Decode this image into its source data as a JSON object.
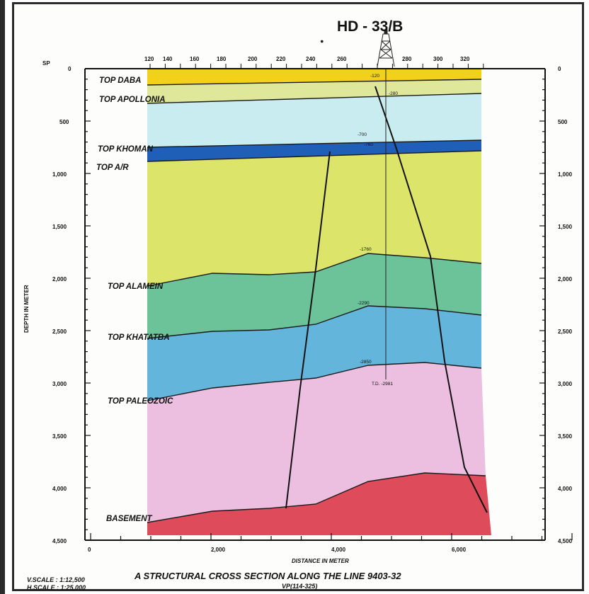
{
  "well": {
    "name": "HD - 33/B"
  },
  "axes": {
    "sp_label": "SP",
    "sp_ticks": [
      "120",
      "140",
      "160",
      "180",
      "200",
      "220",
      "240",
      "260",
      "280",
      "300",
      "320"
    ],
    "depth_label": "DEPTH IN METER",
    "depth_ticks_left": [
      "0",
      "500",
      "1,000",
      "1,500",
      "2,000",
      "2,500",
      "3,000",
      "3,500",
      "4,000",
      "4,500"
    ],
    "depth_ticks_right": [
      "0",
      "500",
      "1,000",
      "1,500",
      "2,000",
      "2,500",
      "3,000",
      "3,500",
      "4,000",
      "4,500"
    ],
    "distance_label": "DISTANCE IN METER",
    "distance_ticks": [
      "0",
      "2,000",
      "4,000",
      "6,000"
    ]
  },
  "horizons": [
    {
      "name": "TOP DABA",
      "color": "#f3d11a"
    },
    {
      "name": "TOP APOLLONIA",
      "color": "#dfe79a"
    },
    {
      "name": "TOP KHOMAN",
      "color": "#1f5fb8"
    },
    {
      "name": "TOP A/R",
      "color": "#dde46a"
    },
    {
      "name": "TOP ALAMEIN",
      "color": "#6cc39a"
    },
    {
      "name": "TOP KHATATBA",
      "color": "#63b5dc"
    },
    {
      "name": "TOP PALEOZOIC",
      "color": "#ecbfe0"
    },
    {
      "name": "BASEMENT",
      "color": "#de4c5c"
    }
  ],
  "well_values": [
    "-120",
    "-280",
    "-700",
    "-760",
    "-1760",
    "-2290",
    "-2850",
    "T.D. -2981"
  ],
  "scales": {
    "v": "V.SCALE : 1:12,500",
    "h": "H.SCALE : 1:25,000"
  },
  "caption": {
    "title": "A STRUCTURAL CROSS SECTION ALONG THE LINE 9403-32",
    "sub": "VP(114-325)"
  }
}
